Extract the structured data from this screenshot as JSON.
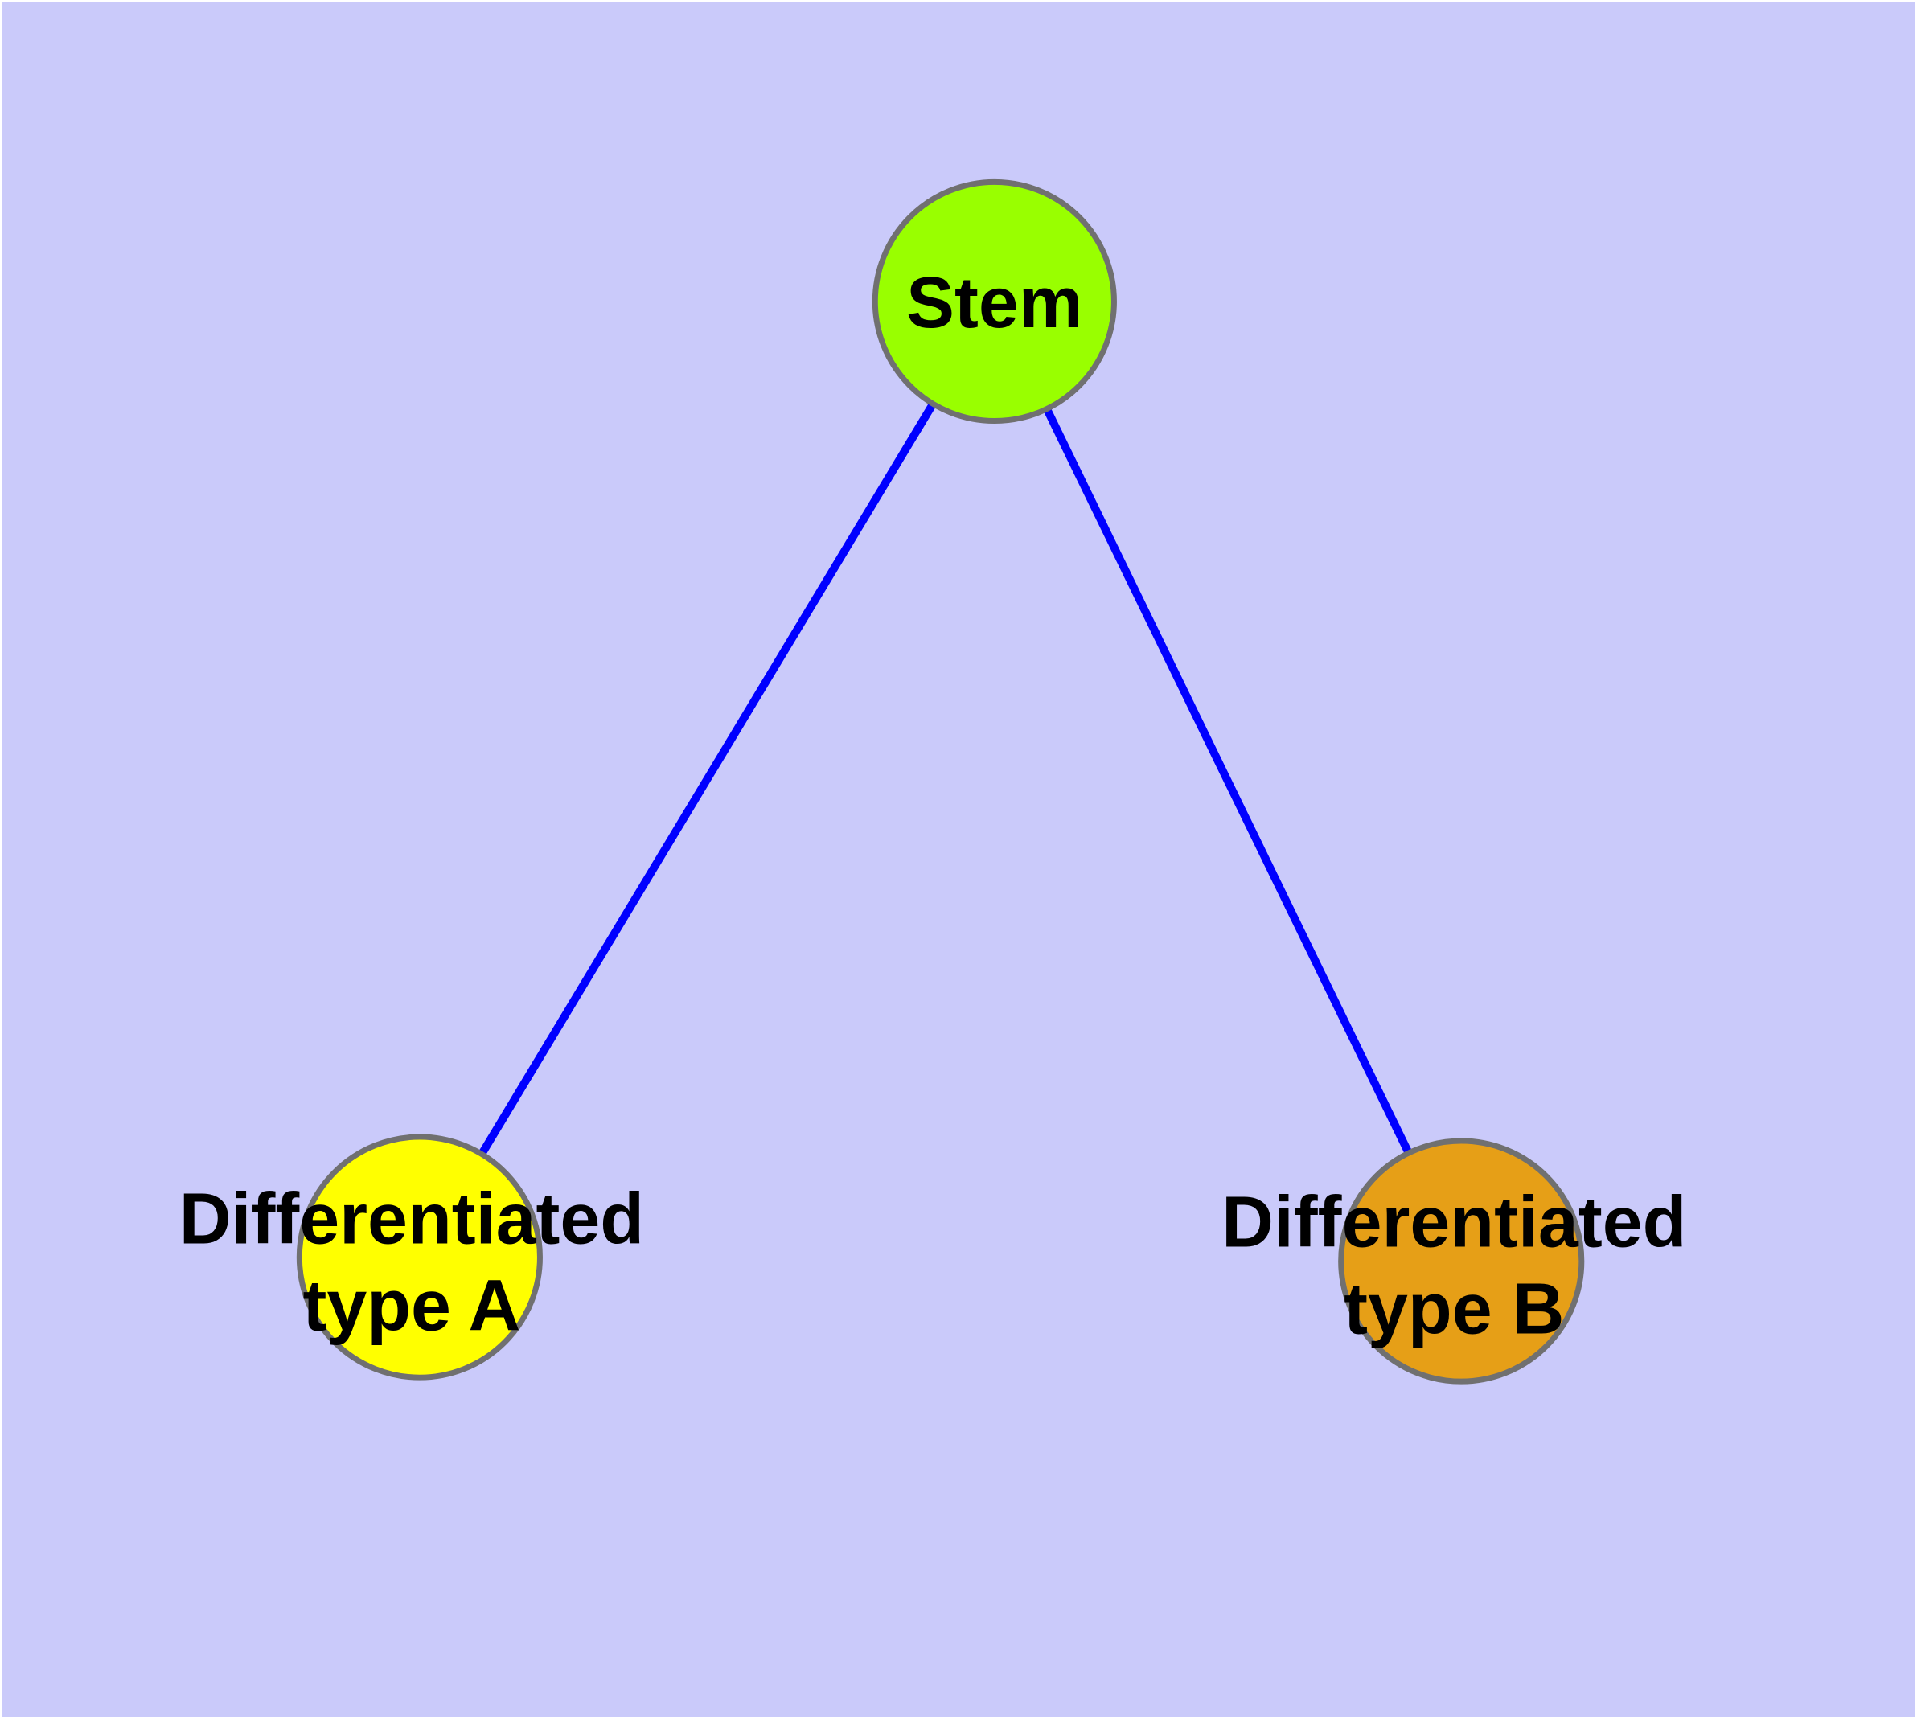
{
  "diagram": {
    "type": "node-link-graph",
    "background_color": "#CACAFA",
    "edge_color": "#0000FF",
    "node_border_color": "#707070",
    "label_color": "#000000",
    "nodes": [
      {
        "id": "stem",
        "label": "Stem",
        "lines": [
          "Stem"
        ],
        "fill": "#99FF00"
      },
      {
        "id": "differentiated-type-a",
        "label": "Differentiated type A",
        "lines": [
          "Differentiated",
          "type A"
        ],
        "fill": "#FFFF00"
      },
      {
        "id": "differentiated-type-b",
        "label": "Differentiated type B",
        "lines": [
          "Differentiated",
          "type B"
        ],
        "fill": "#E69F17"
      }
    ],
    "edges": [
      {
        "from": "Stem",
        "to": "Differentiated type A"
      },
      {
        "from": "Stem",
        "to": "Differentiated type B"
      }
    ]
  }
}
